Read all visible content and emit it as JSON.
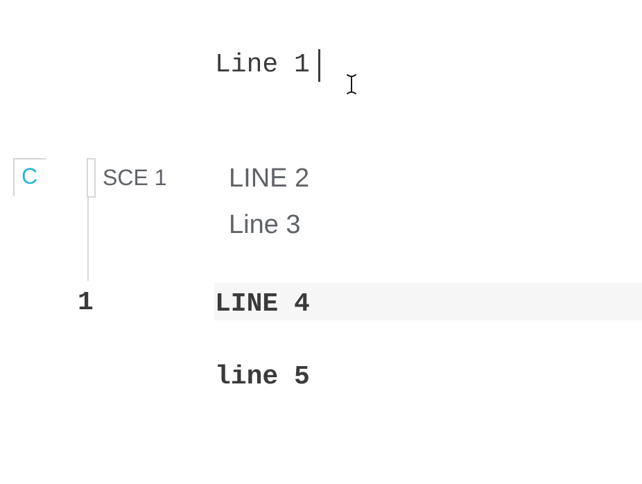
{
  "colors": {
    "accent_cyan": "#29b4d8",
    "text_dark": "#3a3a3a",
    "text_gray": "#5f6368",
    "guide_gray": "#d9d9d9",
    "highlight_band": "#f6f6f6"
  },
  "editor": {
    "line_1": "Line 1",
    "line_2": "LINE 2",
    "line_3": "Line 3",
    "line_4": "LINE 4",
    "line_5": "line 5"
  },
  "margin": {
    "collaborator_badge": "C",
    "scene_tag": "SCE 1",
    "scene_number": "1"
  }
}
